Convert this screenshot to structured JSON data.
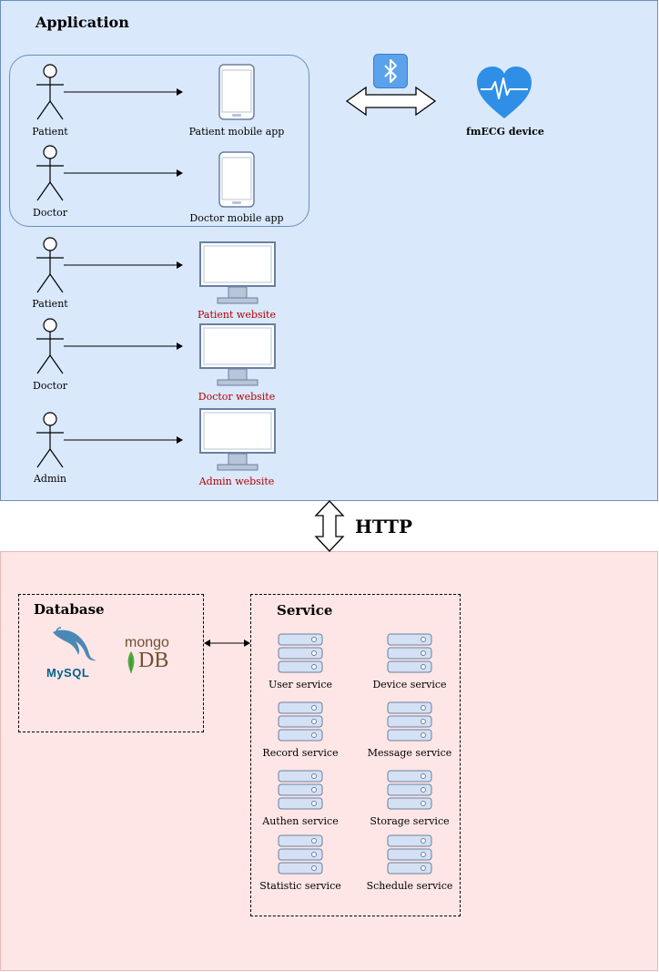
{
  "application": {
    "title": "Application",
    "actors": [
      "Patient",
      "Doctor",
      "Patient",
      "Doctor",
      "Admin"
    ],
    "targets": [
      "Patient mobile app",
      "Doctor mobile app",
      "Patient website",
      "Doctor website",
      "Admin website"
    ],
    "device_label": "fmECG device"
  },
  "http_label": "HTTP",
  "database": {
    "title": "Database",
    "mysql_text": "MySQL",
    "mongo_top": "mongo",
    "mongo_bottom": "DB"
  },
  "service": {
    "title": "Service",
    "items": [
      "User service",
      "Device service",
      "Record service",
      "Message service",
      "Authen service",
      "Storage service",
      "Statistic service",
      "Schedule service"
    ]
  },
  "colors": {
    "app_bg": "#dae8fc",
    "app_border": "#6c8ebf",
    "backend_bg": "#ffe6e6",
    "website_label": "#b20000",
    "bluetooth": "#3d8fe0"
  }
}
